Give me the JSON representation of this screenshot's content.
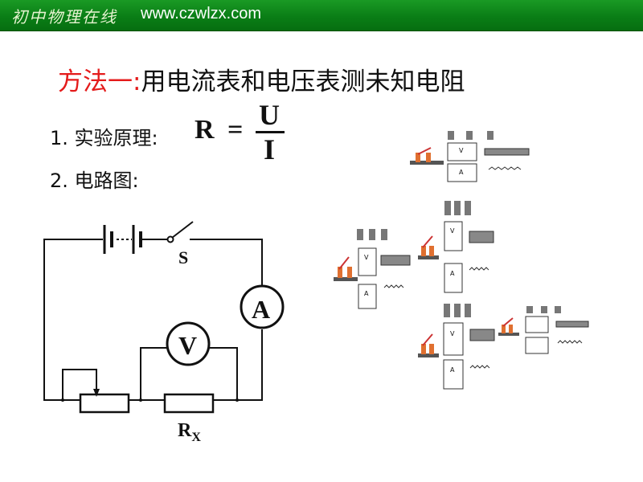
{
  "banner": {
    "logo_text": "初中物理在线",
    "site": "www.czwlzx.com",
    "bg_color": "#0a7e16"
  },
  "title": {
    "method": "方法一:",
    "text": "用电流表和电压表测未知电阻",
    "method_color": "#e41b1b"
  },
  "steps": {
    "principle_label": "1. 实验原理:",
    "circuit_label": "2. 电路图:"
  },
  "formula": {
    "lhs": "R",
    "eq": "=",
    "numerator": "U",
    "denominator": "I"
  },
  "circuit": {
    "switch_label": "S",
    "ammeter_label": "A",
    "voltmeter_label": "V",
    "resistor_label": "R",
    "resistor_subscript": "X"
  }
}
